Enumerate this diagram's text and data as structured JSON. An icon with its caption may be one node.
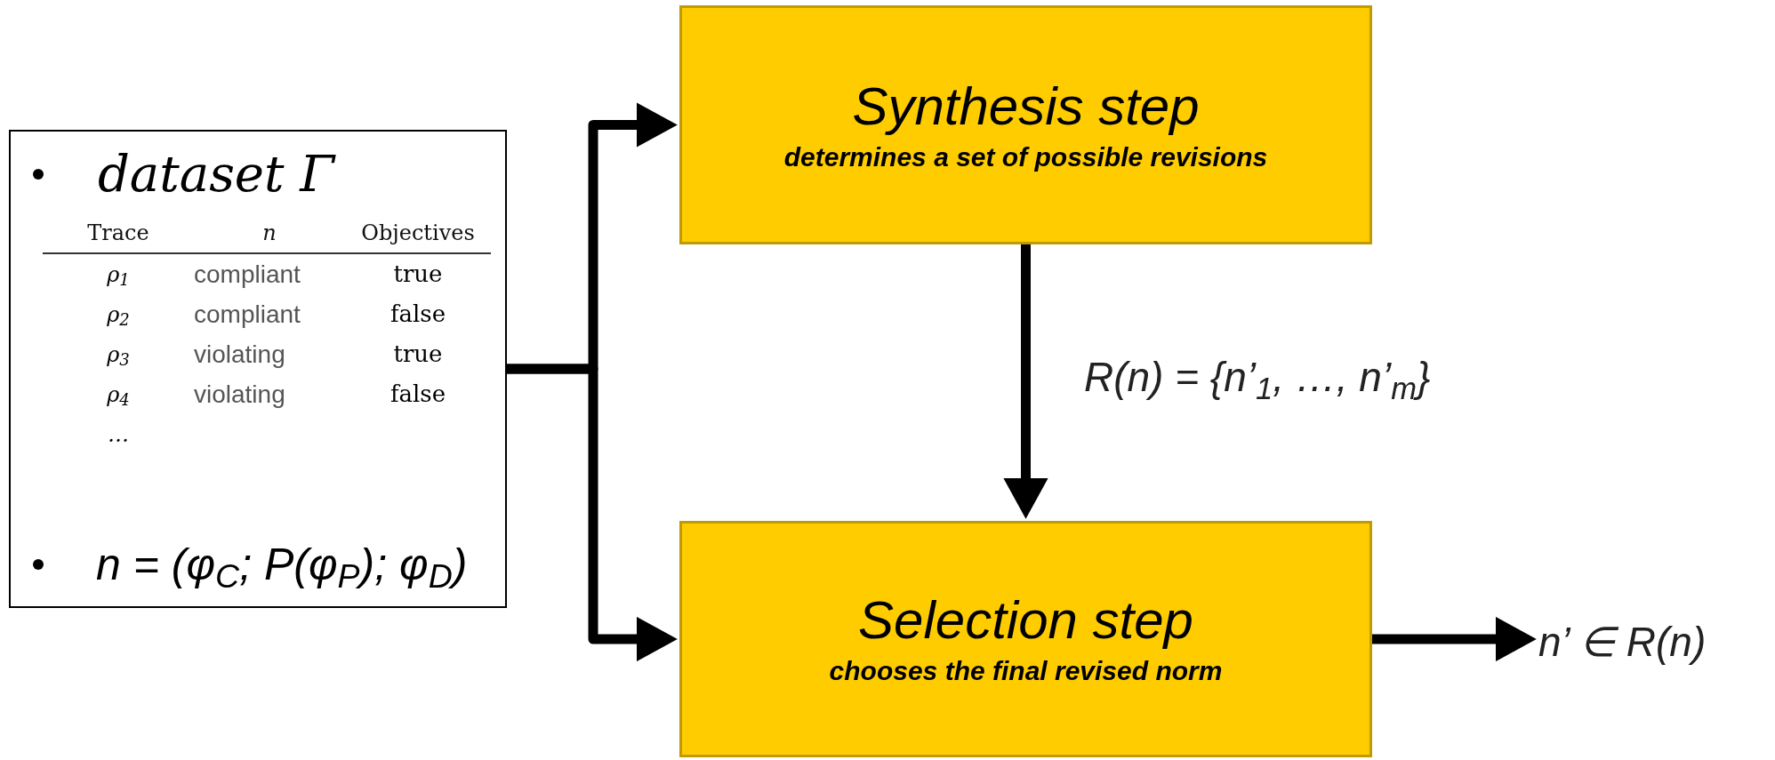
{
  "diagram": {
    "nodes": [
      {
        "text": [
          "dataset Γ",
          "n = (φ$_{C}$; P(φ$_{P}$); φ$_{D}$)"
        ]
      },
      {
        "text": [
          "Synthesis step",
          "determines a set of possible revisions"
        ]
      },
      {
        "text": [
          "Selection step",
          "chooses the final revised norm"
        ]
      },
      {
        "text": [
          "n’ ∈ R(n)"
        ]
      }
    ],
    "edges": [
      {
        "from": 0,
        "to": 1,
        "arrow": "to"
      },
      {
        "from": 0,
        "to": 2,
        "arrow": "to"
      },
      {
        "from": 1,
        "to": 2,
        "arrow": "to",
        "label": "R(n) = {n’$_{1}$, …, n’$_{m}$}"
      },
      {
        "from": 2,
        "to": 3,
        "arrow": "to"
      }
    ],
    "labels": [
      "Trace",
      "n",
      "Objectives",
      "ρ$_{1}$",
      "compliant",
      "true",
      "ρ$_{2}$",
      "compliant",
      "false",
      "ρ$_{3}$",
      "violating",
      "true",
      "ρ$_{4}$",
      "violating",
      "false",
      "…"
    ]
  }
}
